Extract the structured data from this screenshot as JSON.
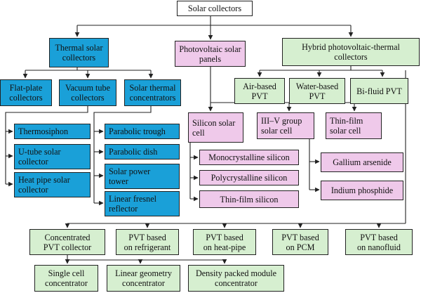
{
  "colors": {
    "thermal": "#1aa0d8",
    "photovoltaic": "#efc9ea",
    "hybrid": "#d6efd0",
    "root": "#ffffff",
    "line": "#222222"
  },
  "nodes": {
    "root": "Solar collectors",
    "thermal": "Thermal solar\ncollectors",
    "pv": "Photovoltaic solar\npanels",
    "hybrid": "Hybrid photovoltaic-thermal\ncollectors",
    "flat_plate": "Flat-plate\ncollectors",
    "vacuum_tube": "Vacuum tube\ncollectors",
    "solar_thermal_conc": "Solar thermal\nconcentrators",
    "thermosiphon": "Thermosiphon",
    "u_tube": "U-tube solar\ncollector",
    "heat_pipe": "Heat pipe solar\ncollector",
    "parabolic_trough": "Parabolic trough",
    "parabolic_dish": "Parabolic dish",
    "solar_power_tower": "Solar power\ntower",
    "linear_fresnel": "Linear fresnel\nreflector",
    "air_pvt": "Air-based\nPVT",
    "water_pvt": "Water-based\nPVT",
    "bifluid_pvt": "Bi-fluid PVT",
    "silicon_cell": "Silicon solar\ncell",
    "iii_v_cell": "III–V group\nsolar cell",
    "thin_film_cell": "Thin-film\nsolar cell",
    "mono_si": "Monocrystalline silicon",
    "poly_si": "Polycrystalline silicon",
    "thin_film_si": "Thin-film silicon",
    "gaas": "Gallium arsenide",
    "inp": "Indium phosphide",
    "conc_pvt": "Concentrated\nPVT collector",
    "pvt_refrigerant": "PVT based\non refrigerant",
    "pvt_heat_pipe": "PVT based\non heat-pipe",
    "pvt_pcm": "PVT based\non PCM",
    "pvt_nanofluid": "PVT based\non nanofluid",
    "single_cell": "Single cell\nconcentrator",
    "linear_geometry": "Linear geometry\nconcentrator",
    "density_packed": "Density packed module\nconcentrator"
  }
}
